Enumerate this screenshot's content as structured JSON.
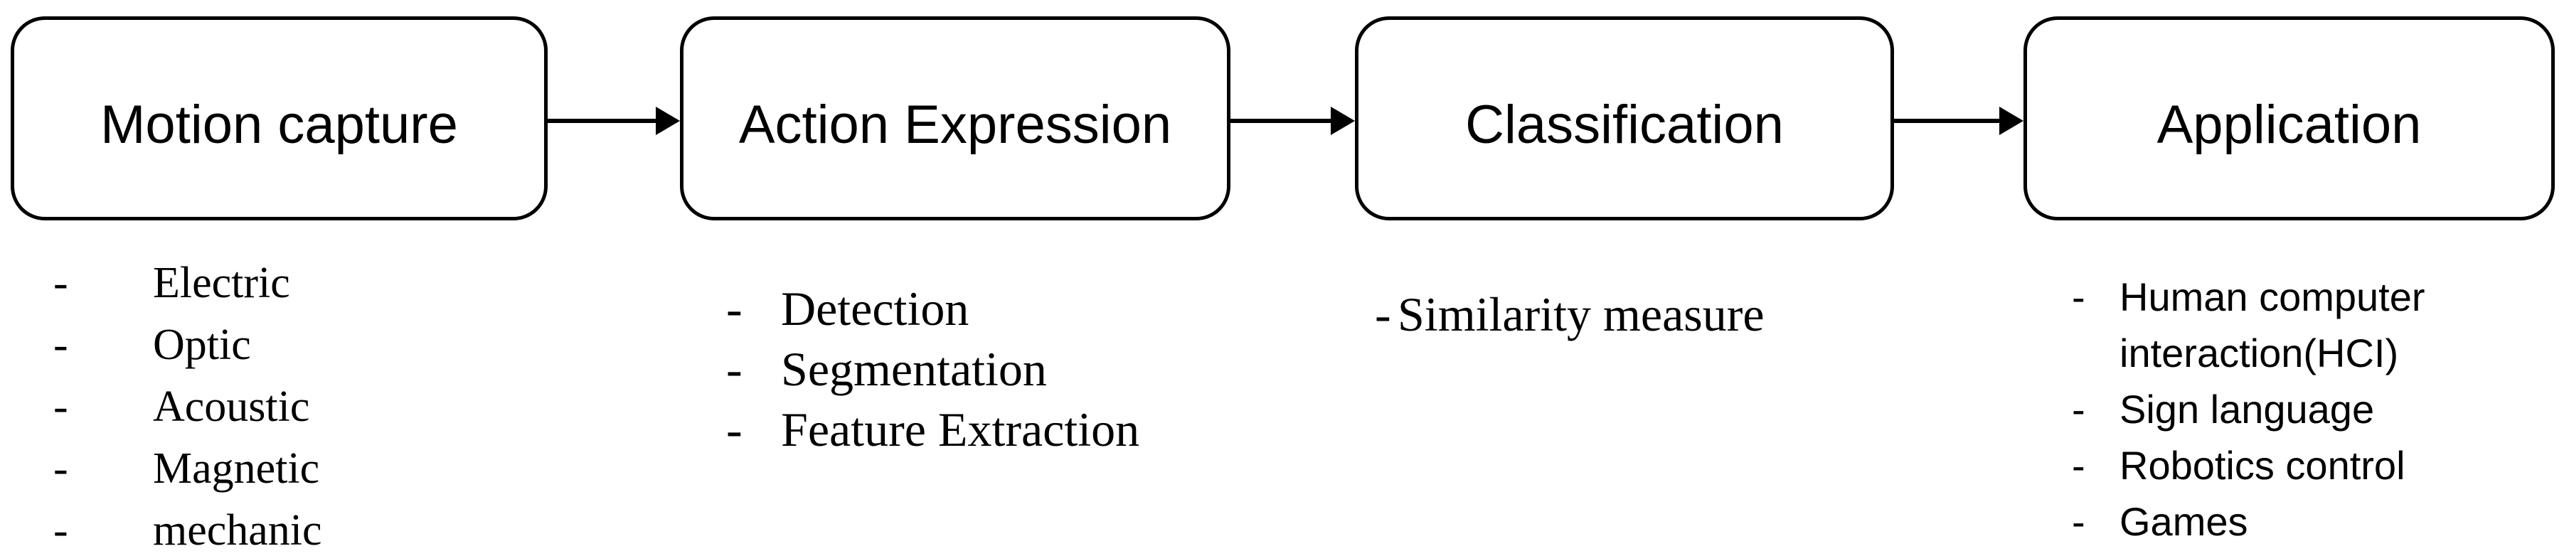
{
  "diagram": {
    "bullet_char": "-",
    "stages": [
      {
        "title": "Motion capture",
        "items": [
          "Electric",
          "Optic",
          "Acoustic",
          "Magnetic",
          "mechanic"
        ]
      },
      {
        "title": "Action Expression",
        "items": [
          "Detection",
          "Segmentation",
          "Feature Extraction"
        ]
      },
      {
        "title": "Classification",
        "items": [
          "Similarity measure"
        ]
      },
      {
        "title": "Application",
        "items": [
          "Human computer interaction(HCI)",
          "Sign language",
          "Robotics control",
          "Games"
        ]
      }
    ],
    "colors": {
      "background": "#ffffff",
      "box_fill": "#ffffff",
      "box_border": "#000000",
      "text": "#000000",
      "arrow": "#000000"
    }
  }
}
